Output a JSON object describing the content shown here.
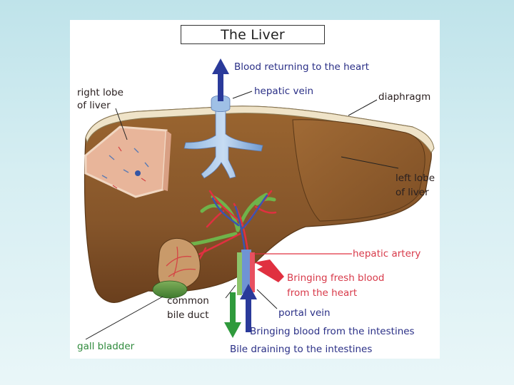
{
  "title": "The Liver",
  "labels": {
    "blood_returning": "Blood returning to the heart",
    "hepatic_vein": "hepatic vein",
    "right_lobe_1": "right lobe",
    "right_lobe_2": "of liver",
    "diaphragm": "diaphragm",
    "left_lobe_1": "left lobe",
    "left_lobe_2": "of liver",
    "hepatic_artery": "hepatic artery",
    "fresh_blood_1": "Bringing fresh blood",
    "fresh_blood_2": "from the heart",
    "common_bile_1": "common",
    "common_bile_2": "bile duct",
    "portal_vein": "portal vein",
    "intestines_blood": "Bringing blood from the intestines",
    "gall_bladder": "gall bladder",
    "bile_draining": "Bile draining to the intestines"
  },
  "colors": {
    "liver": "#8b5a2b",
    "liver_dark": "#6e4220",
    "vein_blue": "#2a3a9a",
    "artery_red": "#e03040",
    "bile_green": "#2f9a3c",
    "text_blue": "#2a2f86",
    "text_red": "#d83a4a"
  }
}
